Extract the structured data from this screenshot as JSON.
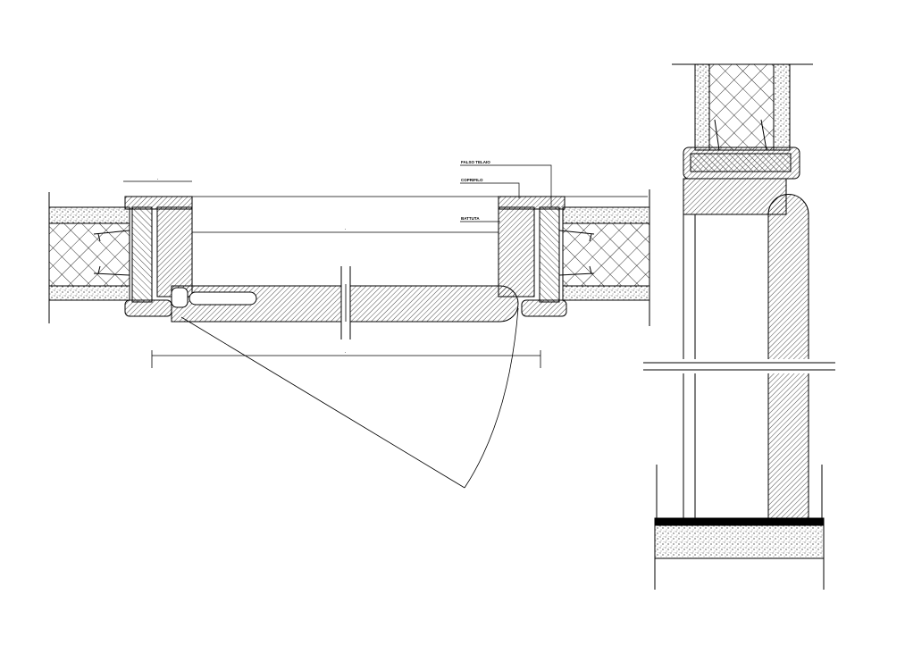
{
  "drawing": {
    "title": "Door detail - plan and vertical section",
    "labels": {
      "false_frame": "FALSO TELAIO",
      "architrave": "COPRIFILO",
      "stop": "BATTUTA"
    },
    "dimensions": {
      "frame_width": "·",
      "clear_opening": "·",
      "overall_width": "·"
    }
  }
}
